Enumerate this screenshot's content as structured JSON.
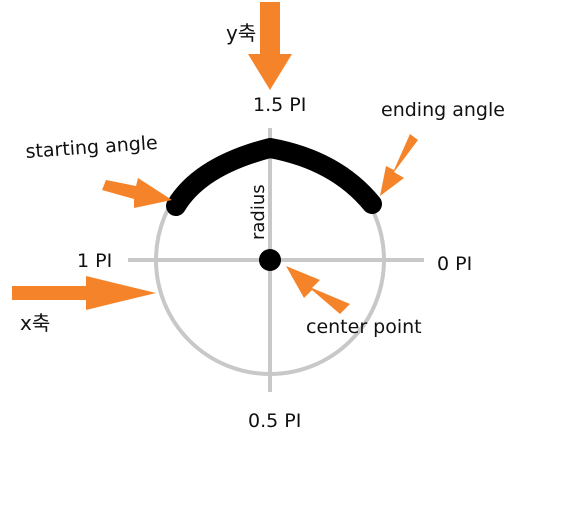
{
  "colors": {
    "background": "#ffffff",
    "axis_gray": "#c8c8c8",
    "arc_black": "#000000",
    "arrow_orange": "#f5832a",
    "text": "#111111"
  },
  "labels": {
    "y_axis": "y축",
    "x_axis": "x축",
    "angle_top": "1.5 PI",
    "angle_left": "1 PI",
    "angle_right": "0 PI",
    "angle_bottom": "0.5 PI",
    "starting_angle": "starting angle",
    "ending_angle": "ending angle",
    "radius": "radius",
    "center_point": "center point"
  }
}
